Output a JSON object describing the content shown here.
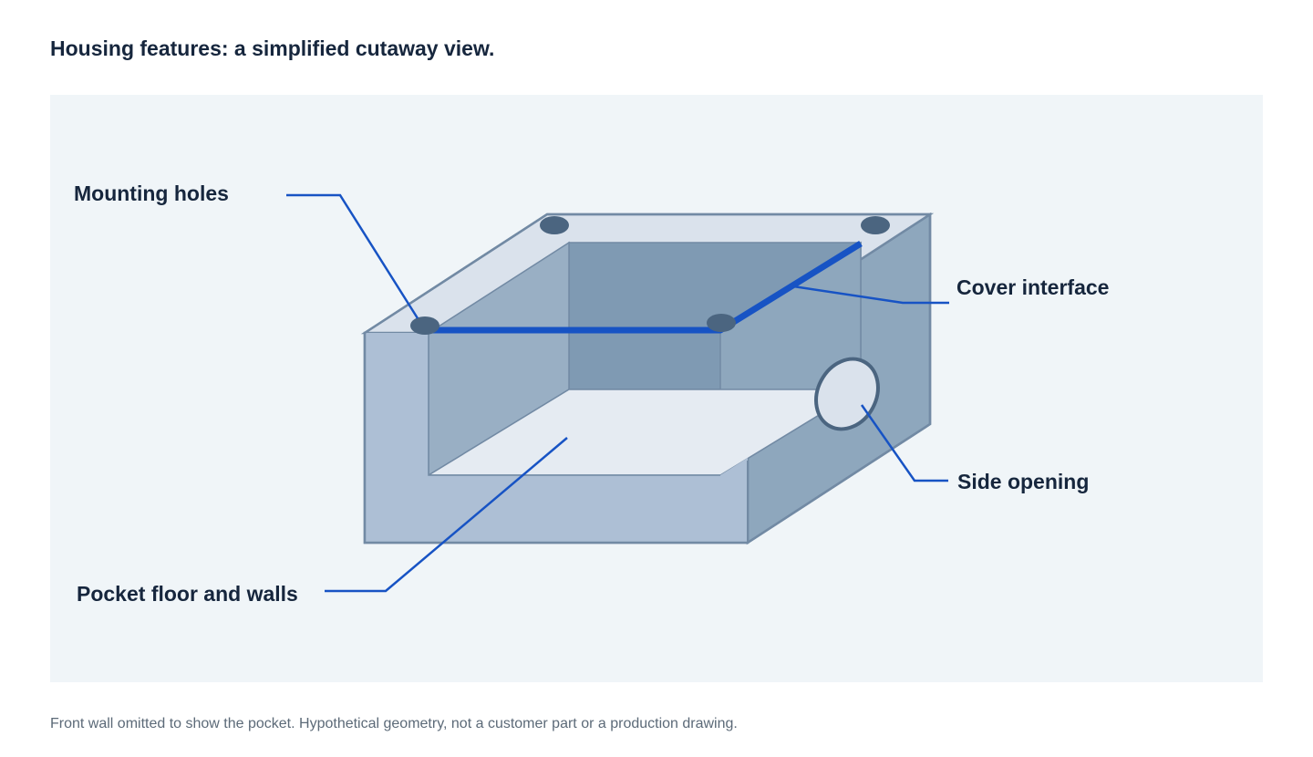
{
  "title": "Housing features: a simplified cutaway view.",
  "labels": {
    "mounting_holes": "Mounting holes",
    "cover_interface": "Cover interface",
    "side_opening": "Side opening",
    "pocket": "Pocket floor and walls"
  },
  "caption": "Front wall omitted to show the pocket. Hypothetical geometry, not a customer part or a production drawing.",
  "colors": {
    "leader": "#1753c4",
    "outline": "#728aa4",
    "front_face": "#adbfd5",
    "right_face": "#8ea7bd",
    "top_rim": "#dae2ec",
    "inner_back_wall": "#7f9ab3",
    "inner_left_wall": "#99afc4",
    "floor": "#e5ebf2",
    "hole": "#4b6580"
  }
}
